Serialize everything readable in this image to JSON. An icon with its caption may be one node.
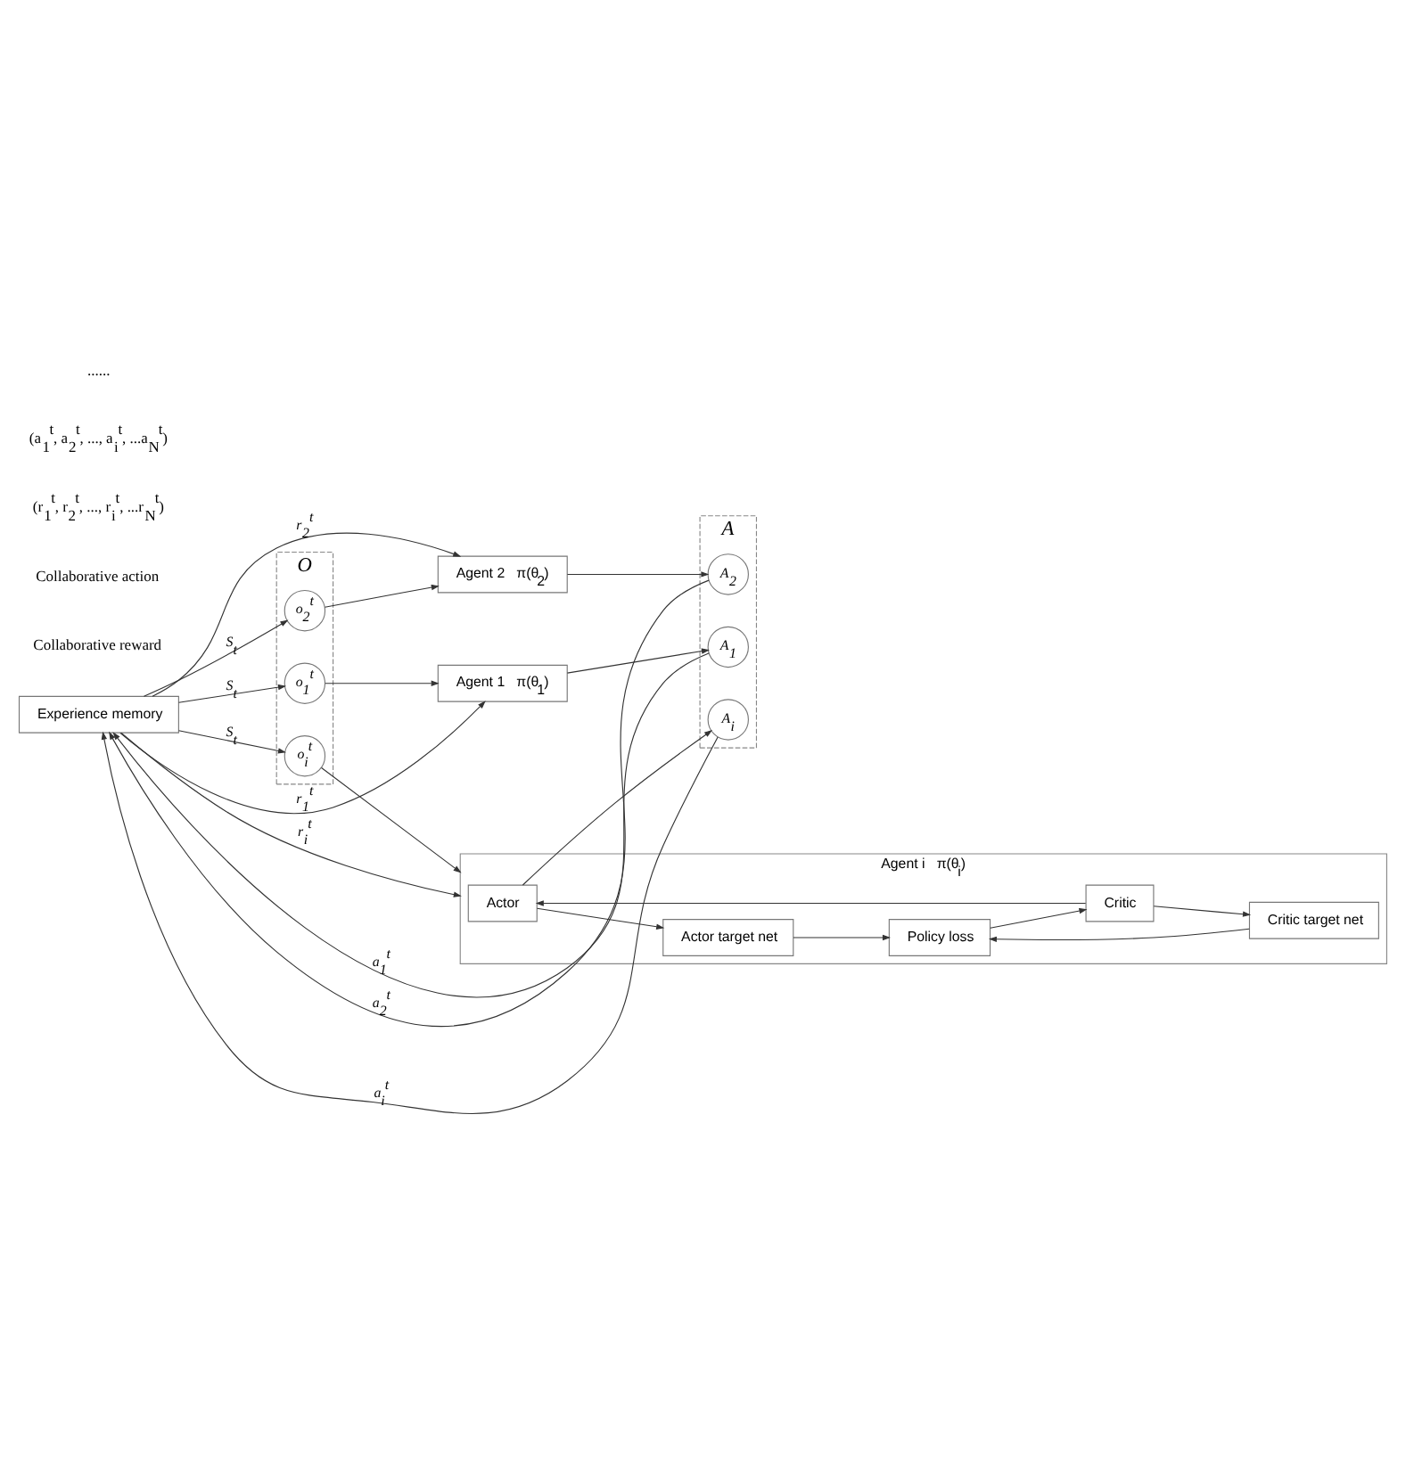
{
  "diagram": {
    "nodes": [
      {
        "text": [
          "Experience memory"
        ]
      },
      {
        "text": [
          "O"
        ]
      },
      {
        "text": [
          "o$_{1}$$^{t}$"
        ],
        "in": 1
      },
      {
        "text": [
          "o$_{2}$$^{t}$"
        ],
        "in": 1
      },
      {
        "text": [
          "o$_{i}$$^{t}$"
        ],
        "in": 1
      },
      {
        "text": [
          "Agent 1   π(θ$_{1}$)"
        ]
      },
      {
        "text": [
          "Agent 2   π(θ$_{2}$)"
        ]
      },
      {
        "text": [
          "Agent i   π(θ$_{i}$)"
        ]
      },
      {
        "text": [
          "Actor"
        ],
        "in": 7
      },
      {
        "text": [
          "Actor target net"
        ],
        "in": 7
      },
      {
        "text": [
          "Policy loss"
        ],
        "in": 7
      },
      {
        "text": [
          "Critic"
        ],
        "in": 7
      },
      {
        "text": [
          "Critic target net"
        ],
        "in": 7
      },
      {
        "text": [
          "A"
        ]
      },
      {
        "text": [
          "A$_{1}$"
        ],
        "in": 13
      },
      {
        "text": [
          "A$_{2}$"
        ],
        "in": 13
      },
      {
        "text": [
          "A$_{i}$"
        ],
        "in": 13
      }
    ],
    "edges": [
      {
        "from": 0,
        "to": 2,
        "arrow": "to",
        "label": "S$_{t}$"
      },
      {
        "from": 0,
        "to": 5,
        "arrow": "to",
        "label": "r$_{1}$$^{t}$"
      },
      {
        "from": 0,
        "to": 3,
        "arrow": "to",
        "label": "S$_{t}$"
      },
      {
        "from": 0,
        "to": 6,
        "arrow": "to",
        "label": "r$_{2}$$^{t}$"
      },
      {
        "from": 0,
        "to": 4,
        "arrow": "to",
        "label": "S$_{t}$"
      },
      {
        "from": 0,
        "to": 7,
        "arrow": "to",
        "label": "r$_{i}$$^{t}$"
      },
      {
        "from": 2,
        "to": 5,
        "arrow": "to"
      },
      {
        "from": 3,
        "to": 6,
        "arrow": "to"
      },
      {
        "from": 4,
        "to": 7,
        "arrow": "to"
      },
      {
        "from": 5,
        "to": 14,
        "arrow": "to"
      },
      {
        "from": 6,
        "to": 15,
        "arrow": "to"
      },
      {
        "from": 8,
        "to": 16,
        "arrow": "to"
      },
      {
        "from": 14,
        "to": 0,
        "arrow": "to",
        "label": "a$_{1}$$^{t}$"
      },
      {
        "from": 15,
        "to": 0,
        "arrow": "to",
        "label": "a$_{2}$$^{t}$"
      },
      {
        "from": 16,
        "to": 0,
        "arrow": "to",
        "label": "a$_{i}$$^{t}$"
      },
      {
        "from": 8,
        "to": 9,
        "arrow": "to"
      },
      {
        "from": 9,
        "to": 10,
        "arrow": "to"
      },
      {
        "from": 12,
        "to": 10,
        "arrow": "to"
      },
      {
        "from": 10,
        "to": 11,
        "arrow": "to"
      },
      {
        "from": 11,
        "to": 8,
        "arrow": "to"
      },
      {
        "from": 11,
        "to": 12,
        "arrow": "to"
      }
    ],
    "labels": [
      "Collaborative reward",
      "Collaborative action",
      "(r$_{1}$$^{t}$, r$_{2}$$^{t}$, ..., r$_{i}$$^{t}$, ...r$_{N}$$^{t}$)",
      "(a$_{1}$$^{t}$, a$_{2}$$^{t}$, ..., a$_{i}$$^{t}$, ...a$_{N}$$^{t}$)",
      "......"
    ]
  }
}
